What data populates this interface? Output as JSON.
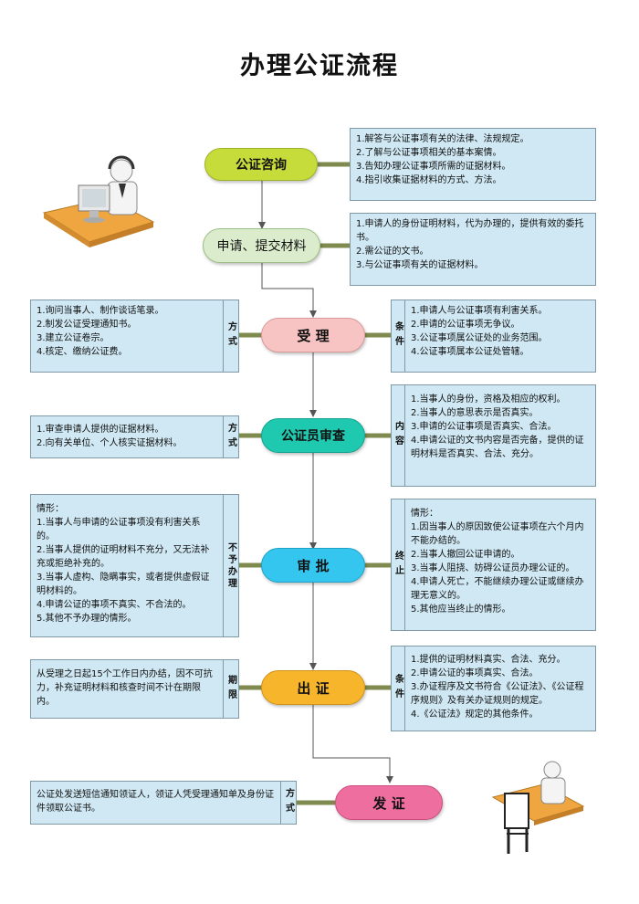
{
  "title": "办理公证流程",
  "colors": {
    "consult": "#c6dc3a",
    "submit": "#dbeccd",
    "accept": "#f8c3c3",
    "review": "#1fc9b0",
    "approve": "#35c6ef",
    "issue": "#f7b52c",
    "deliver": "#ee6ea0",
    "box_fill": "#cfe8f3",
    "connector": "#7f8a4e"
  },
  "stages": {
    "consult": "公证咨询",
    "submit": "申请、提交材料",
    "accept": "受 理",
    "review": "公证员审查",
    "approve": "审 批",
    "issue": "出 证",
    "deliver": "发 证"
  },
  "consult_box": {
    "lines": [
      "1.解答与公证事项有关的法律、法规规定。",
      "2.了解与公证事项相关的基本案情。",
      "3.告知办理公证事项所需的证据材料。",
      "4.指引收集证据材料的方式、方法。"
    ]
  },
  "submit_box": {
    "lines": [
      "1.申请人的身份证明材料，代为办理的，提供有效的委托书。",
      "2.需公证的文书。",
      "3.与公证事项有关的证据材料。"
    ]
  },
  "accept_method": {
    "tag": "方式",
    "lines": [
      "1.询问当事人、制作谈话笔录。",
      "2.制发公证受理通知书。",
      "3.建立公证卷宗。",
      "4.核定、缴纳公证费。"
    ]
  },
  "accept_condition": {
    "tag": "条件",
    "lines": [
      "1.申请人与公证事项有利害关系。",
      "2.申请的公证事项无争议。",
      "3.公证事项属公证处的业务范围。",
      "4.公证事项属本公证处管辖。"
    ]
  },
  "review_method": {
    "tag": "方式",
    "lines": [
      "1.审查申请人提供的证据材料。",
      "2.向有关单位、个人核实证据材料。"
    ]
  },
  "review_content": {
    "tag": "内容",
    "lines": [
      "1.当事人的身份，资格及相应的权利。",
      "2.当事人的意思表示是否真实。",
      "3.申请的公证事项是否真实、合法。",
      "4.申请公证的文书内容是否完备，提供的证明材料是否真实、合法、充分。"
    ]
  },
  "approve_refuse": {
    "tag": "不予办理",
    "lines": [
      "情形：",
      "1.当事人与申请的公证事项没有利害关系的。",
      "2.当事人提供的证明材料不充分，又无法补充或拒绝补充的。",
      "3.当事人虚构、隐瞒事实，或者提供虚假证明材料的。",
      "4.申请公证的事项不真实、不合法的。",
      "5.其他不予办理的情形。"
    ]
  },
  "approve_terminate": {
    "tag": "终止",
    "lines": [
      "情形：",
      "1.因当事人的原因致使公证事项在六个月内不能办结的。",
      "2.当事人撤回公证申请的。",
      "3.当事人阻挠、妨碍公证员办理公证的。",
      "4.申请人死亡，不能继续办理公证或继续办理无意义的。",
      "5.其他应当终止的情形。"
    ]
  },
  "issue_period": {
    "tag": "期限",
    "lines": [
      "从受理之日起15个工作日内办结，因不可抗力，补充证明材料和核查时间不计在期限内。"
    ]
  },
  "issue_condition": {
    "tag": "条件",
    "lines": [
      "1.提供的证明材料真实、合法、充分。",
      "2.申请公证的事项真实、合法。",
      "3.办证程序及文书符合《公证法》、《公证程序规则》及有关办证规则的规定。",
      "4.《公证法》规定的其他条件。"
    ]
  },
  "deliver_method": {
    "tag": "方式",
    "lines": [
      "公证处发送短信通知领证人，领证人凭受理通知单及身份证件领取公证书。"
    ]
  },
  "figures": [
    "office-worker-illustration",
    "seated-person-illustration"
  ]
}
